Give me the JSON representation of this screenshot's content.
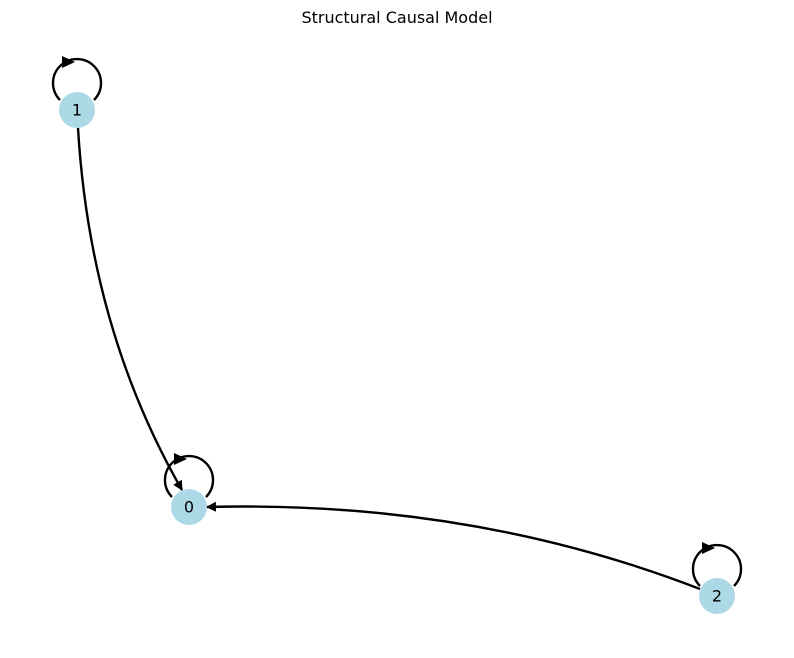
{
  "title": "Structural Causal Model",
  "colors": {
    "node_fill": "#add8e6",
    "edge": "#000000",
    "background": "#ffffff"
  },
  "nodes": [
    {
      "id": "0",
      "label": "0"
    },
    {
      "id": "1",
      "label": "1"
    },
    {
      "id": "2",
      "label": "2"
    }
  ],
  "edges": [
    {
      "source": "1",
      "target": "0"
    },
    {
      "source": "2",
      "target": "0"
    },
    {
      "source": "0",
      "target": "0"
    },
    {
      "source": "1",
      "target": "1"
    },
    {
      "source": "2",
      "target": "2"
    }
  ]
}
